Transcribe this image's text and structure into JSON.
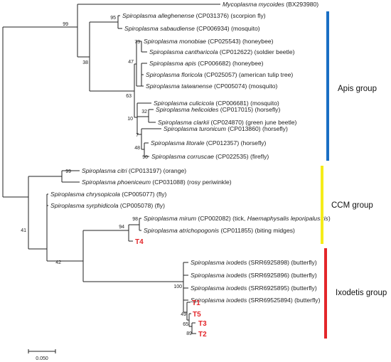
{
  "tree": {
    "leaves": {
      "myc": {
        "species": "Mycoplasma mycoides",
        "rest": " (BX293980)"
      },
      "all": {
        "species": "Spiroplasma alleghenense",
        "rest": " (CP031376) (scorpion fly)"
      },
      "sab": {
        "species": "Spiroplasma sabaudiense",
        "rest": " (CP006934) (mosquito)"
      },
      "mon": {
        "species": "Spiroplasma monobiae",
        "rest": " (CP025543) (honeybee)"
      },
      "can": {
        "species": "Spiroplasma cantharicola",
        "rest": " (CP012622) (soldier beetle)"
      },
      "api": {
        "species": "Spiroplasma apis",
        "rest": " (CP006682) (honeybee)"
      },
      "flo": {
        "species": "Spiroplasma floricola",
        "rest": " (CP025057) (american tulip tree)"
      },
      "tai": {
        "species": "Spiroplasma taiwanense",
        "rest": " (CP005074) (mosquito)"
      },
      "cul": {
        "species": "Spiroplasma culicicola",
        "rest": " (CP006681) (mosquito)"
      },
      "hel": {
        "species": "Spiroplasma helicoides",
        "rest": " (CP017015) (horsefly)"
      },
      "cla": {
        "species": "Spiroplasma clarkii",
        "rest": " (CP024870) (green june beetle)"
      },
      "tur": {
        "species": "Spiroplasma turonicum",
        "rest": " (CP013860) (horsefly)"
      },
      "lit": {
        "species": "Spiroplasma litorale",
        "rest": " (CP012357) (horsefly)"
      },
      "cor": {
        "species": "Spiroplasma corruscae",
        "rest": " (CP022535) (firefly)"
      },
      "cit": {
        "species": "Spiroplasma citri",
        "rest": " (CP013197) (orange)"
      },
      "pho": {
        "species": "Spiroplasma phoeniceum",
        "rest": " (CP031088) (rosy periwinkle)"
      },
      "chr": {
        "species": "Spiroplasma chrysopicola",
        "rest": " (CP005077) (fly)"
      },
      "syr": {
        "species": "Spiroplasma syrphidicola",
        "rest": " (CP005078) (fly)"
      },
      "mir": {
        "species": "Spiroplasma mirum",
        "rest": " (CP002082) (tick, ",
        "host": "Haemaphysalis leporipalustris",
        "tail": ")"
      },
      "atr": {
        "species": "Spiroplasma atrichopogonis",
        "rest": " (CP011855) (biting midges)"
      },
      "ix1": {
        "species": "Spiroplasma ixodetis",
        "rest": " (SRR6925898)  (butterfly)"
      },
      "ix2": {
        "species": "Spiroplasma ixodetis",
        "rest": " (SRR6925896)  (butterfly)"
      },
      "ix3": {
        "species": "Spiroplasma ixodetis",
        "rest": " (SRR6925895)  (butterfly)"
      },
      "ix4": {
        "species": "Spiroplasma ixodetis",
        "rest": " (SRR69525894)  (butterfly)"
      }
    },
    "samples": {
      "T1": "T1",
      "T2": "T2",
      "T3": "T3",
      "T4": "T4",
      "T5": "T5"
    },
    "bootstrap": {
      "b99a": "99",
      "b95": "95",
      "b38": "38",
      "b73": "73",
      "b47": "47",
      "b63": "63",
      "b32": "32",
      "b10": "10",
      "b7": "7",
      "b48": "48",
      "b90": "90",
      "b99b": "99",
      "b98": "98",
      "b94": "94",
      "b41": "41",
      "b42": "42",
      "b100": "100",
      "b49": "49",
      "b65": "65",
      "b89": "89"
    },
    "groups": {
      "apis": "Apis group",
      "ccm": "CCM group",
      "ixodetis": "Ixodetis group"
    },
    "scale_bar": "0.050",
    "colors": {
      "apis": "#1a6fc4",
      "ccm": "#f5ec19",
      "ixodetis": "#e3262a",
      "sample": "#e3262a"
    }
  }
}
